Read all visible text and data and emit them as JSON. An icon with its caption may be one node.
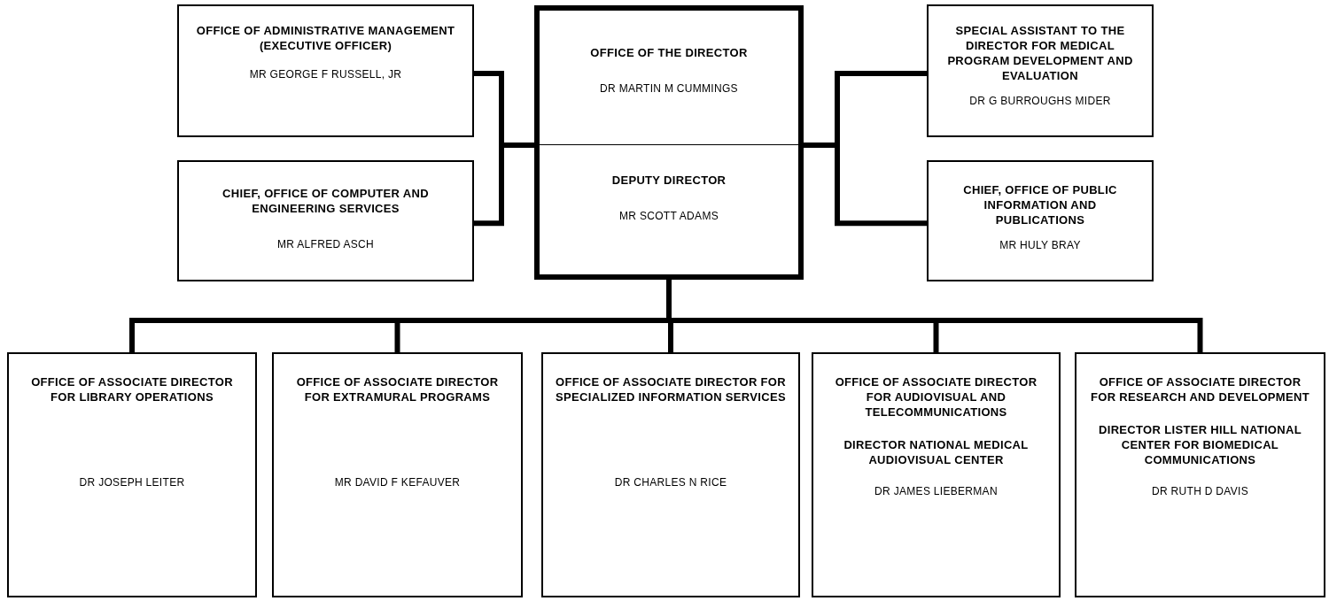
{
  "diagram": {
    "nodes": [
      {
        "text": [
          "OFFICE OF ADMINISTRATIVE MANAGEMENT (EXECUTIVE OFFICER)",
          "MR GEORGE F RUSSELL, JR"
        ]
      },
      {
        "text": [
          "OFFICE OF THE DIRECTOR",
          "DR MARTIN M CUMMINGS"
        ]
      },
      {
        "text": [
          "SPECIAL ASSISTANT TO THE DIRECTOR FOR MEDICAL PROGRAM DEVELOPMENT AND EVALUATION",
          "DR G BURROUGHS MIDER"
        ]
      },
      {
        "text": [
          "CHIEF, OFFICE OF COMPUTER AND ENGINEERING SERVICES",
          "MR ALFRED ASCH"
        ]
      },
      {
        "text": [
          "DEPUTY DIRECTOR",
          "MR SCOTT ADAMS"
        ]
      },
      {
        "text": [
          "CHIEF, OFFICE OF PUBLIC INFORMATION AND PUBLICATIONS",
          "MR HULY BRAY"
        ]
      },
      {
        "text": [
          "OFFICE OF ASSOCIATE DIRECTOR FOR LIBRARY OPERATIONS",
          "DR JOSEPH LEITER"
        ]
      },
      {
        "text": [
          "OFFICE OF ASSOCIATE DIRECTOR FOR EXTRAMURAL PROGRAMS",
          "MR DAVID F KEFAUVER"
        ]
      },
      {
        "text": [
          "OFFICE OF ASSOCIATE DIRECTOR FOR SPECIALIZED INFORMATION SERVICES",
          "DR CHARLES N RICE"
        ]
      },
      {
        "text": [
          "OFFICE OF ASSOCIATE DIRECTOR FOR AUDIOVISUAL AND TELECOMMUNICATIONS",
          "DIRECTOR NATIONAL MEDICAL AUDIOVISUAL CENTER",
          "DR JAMES LIEBERMAN"
        ]
      },
      {
        "text": [
          "OFFICE OF ASSOCIATE DIRECTOR FOR RESEARCH AND DEVELOPMENT",
          "DIRECTOR LISTER HILL NATIONAL CENTER FOR BIOMEDICAL COMMUNICATIONS",
          "DR RUTH D DAVIS"
        ]
      }
    ],
    "edges": [
      {
        "from": 1,
        "to": 0,
        "arrow": "none"
      },
      {
        "from": 1,
        "to": 3,
        "arrow": "none"
      },
      {
        "from": 1,
        "to": 2,
        "arrow": "none"
      },
      {
        "from": 1,
        "to": 5,
        "arrow": "none"
      },
      {
        "from": 4,
        "to": 6,
        "arrow": "none"
      },
      {
        "from": 4,
        "to": 7,
        "arrow": "none"
      },
      {
        "from": 4,
        "to": 8,
        "arrow": "none"
      },
      {
        "from": 4,
        "to": 9,
        "arrow": "none"
      },
      {
        "from": 4,
        "to": 10,
        "arrow": "none"
      }
    ]
  }
}
